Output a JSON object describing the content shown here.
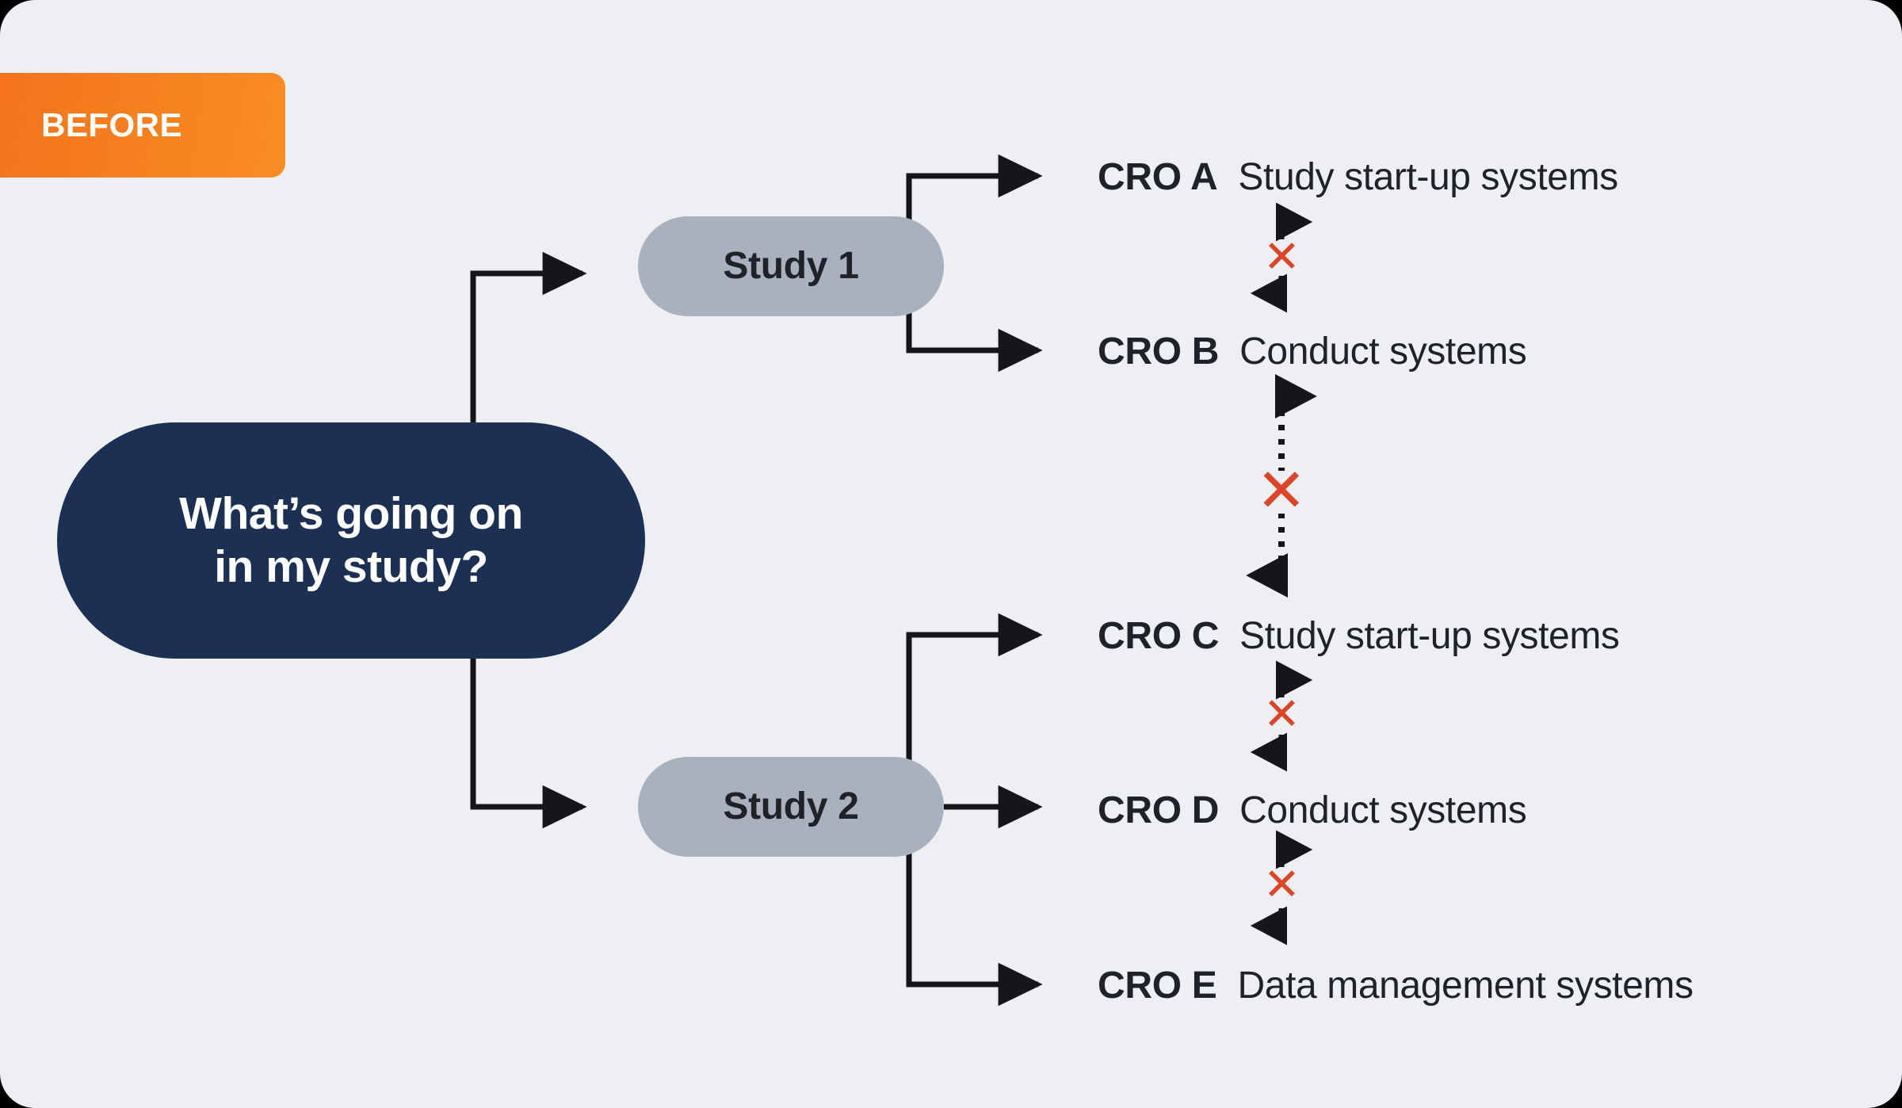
{
  "badge": {
    "label": "BEFORE"
  },
  "colors": {
    "background": "#edeff3",
    "badge_orange": "#f4701b",
    "root_navy": "#1c3054",
    "study_gray": "#aab1be",
    "text_dark": "#1f2228",
    "x_red": "#dd4428",
    "connector_black": "#14161a"
  },
  "root": {
    "label": "What’s going on\nin my study?"
  },
  "studies": [
    {
      "id": "study-1",
      "label": "Study 1"
    },
    {
      "id": "study-2",
      "label": "Study 2"
    }
  ],
  "cro_rows": [
    {
      "id": "cro-a",
      "code": "CRO A",
      "description": "Study start-up systems",
      "study": "Study 1"
    },
    {
      "id": "cro-b",
      "code": "CRO B",
      "description": "Conduct systems",
      "study": "Study 1"
    },
    {
      "id": "cro-c",
      "code": "CRO C",
      "description": "Study start-up systems",
      "study": "Study 2"
    },
    {
      "id": "cro-d",
      "code": "CRO D",
      "description": "Conduct systems",
      "study": "Study 2"
    },
    {
      "id": "cro-e",
      "code": "CRO E",
      "description": "Data management systems",
      "study": "Study 2"
    }
  ],
  "disconnect_markers": [
    {
      "id": "x-ab",
      "symbol": "✕",
      "between": "CRO A and CRO B"
    },
    {
      "id": "x-bc",
      "symbol": "✕",
      "between": "CRO B and CRO C"
    },
    {
      "id": "x-cd",
      "symbol": "✕",
      "between": "CRO C and CRO D"
    },
    {
      "id": "x-de",
      "symbol": "✕",
      "between": "CRO D and CRO E"
    }
  ]
}
